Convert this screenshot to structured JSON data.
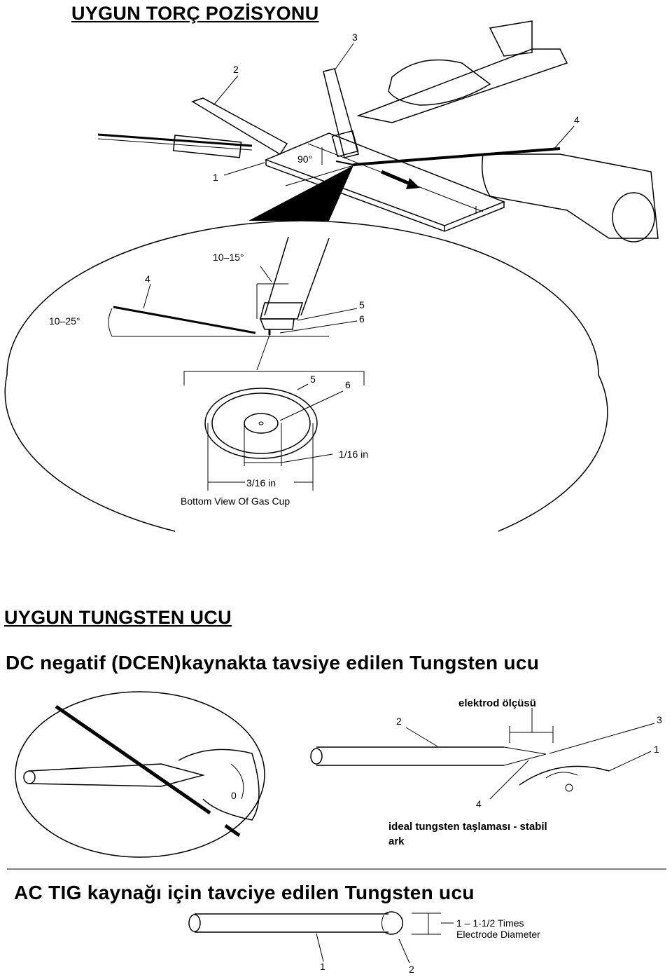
{
  "headings": {
    "torch_position": "UYGUN TORÇ POZİSYONU",
    "tungsten_tip": "UYGUN TUNGSTEN UCU",
    "dcen_title": "DC negatif (DCEN)kaynakta tavsiye edilen Tungsten ucu",
    "ac_title": "AC TIG kaynağı için tavciye edilen Tungsten ucu"
  },
  "torch_diagram": {
    "callouts": [
      "1",
      "2",
      "3",
      "4"
    ],
    "angle_label": "90°"
  },
  "detail_view": {
    "angle_torch": "10–15°",
    "angle_rod": "10–25°",
    "callouts": [
      "4",
      "5",
      "6"
    ],
    "cup_callouts": [
      "5",
      "6"
    ],
    "dim_small": "1/16 in",
    "dim_large": "3/16 in",
    "caption": "Bottom View Of Gas Cup"
  },
  "dcen_diagram": {
    "size_label": "elektrod ölçüsü",
    "callouts": [
      "1",
      "2",
      "3",
      "4"
    ],
    "note_line1": "ideal tungsten taşlaması - stabil",
    "note_line2": "ark",
    "wheel_mark": "0"
  },
  "ac_diagram": {
    "dim_line1": "1 – 1-1/2 Times",
    "dim_line2": "Electrode Diameter",
    "callouts": [
      "1",
      "2"
    ]
  }
}
